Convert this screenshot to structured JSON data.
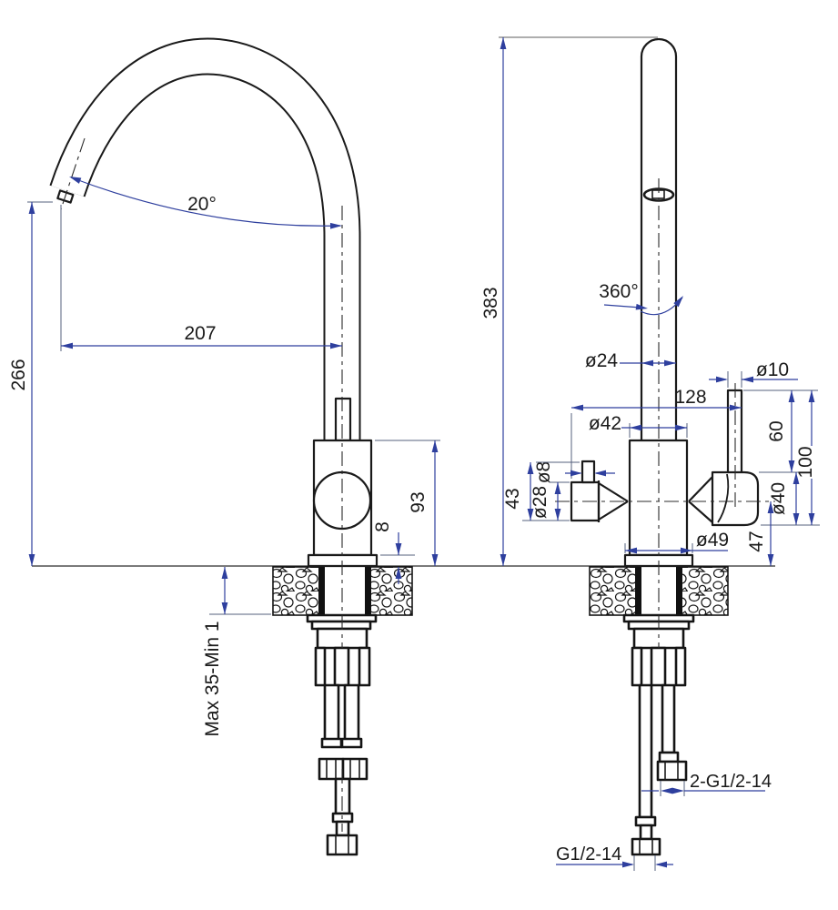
{
  "colors": {
    "background": "#ffffff",
    "drawing_line": "#1a1a1a",
    "dimension_line": "#2e3f9e",
    "text": "#1a1a1a"
  },
  "dims": {
    "angle_20": "20°",
    "reach_207": "207",
    "height_266": "266",
    "body_93": "93",
    "flange_8": "8",
    "deck_range": "Max 35-Min 1",
    "total_383": "383",
    "swivel_360": "360°",
    "dia_24": "ø24",
    "dia_10": "ø10",
    "width_128": "128",
    "dia_42": "ø42",
    "dia_8": "ø8",
    "outlet_43": "43",
    "dia_28": "ø28",
    "dia_40": "ø40",
    "handle_60": "60",
    "handle_100": "100",
    "dia_49": "ø49",
    "center_47": "47",
    "thread_pair": "2-G1/2-14",
    "thread_single": "G1/2-14"
  }
}
